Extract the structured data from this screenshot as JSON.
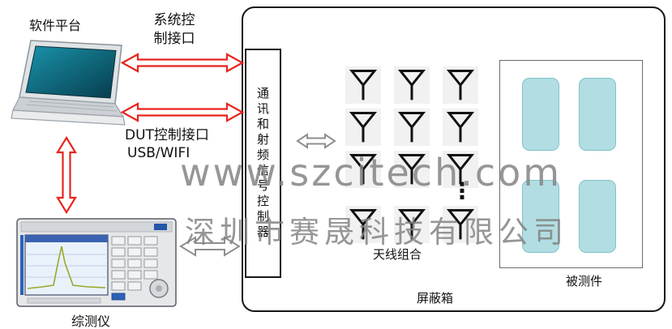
{
  "colors": {
    "arrow_red": "#e8251d",
    "arrow_gray": "#8f8f8f",
    "box_border": "#161616",
    "teal_fill": "#b2dde2",
    "teal_border": "#7ec3cb",
    "watermark_gray": "#848484"
  },
  "nodes": {
    "software_platform": "软件平台",
    "tester": "综测仪",
    "controller": "通讯和射频信号控制器",
    "antenna_group": "天线组合",
    "antenna_ellipsis": "⋮",
    "dut": "被测件",
    "shield_box": "屏蔽箱"
  },
  "connections": {
    "system_control_line1": "系统控",
    "system_control_line2": "制接口",
    "dut_control_line1": "DUT控制接口",
    "dut_control_line2": "USB/WIFI"
  },
  "watermark": {
    "line1": "www.szcitech.com",
    "line2": "深圳市赛晟科技有限公司"
  }
}
